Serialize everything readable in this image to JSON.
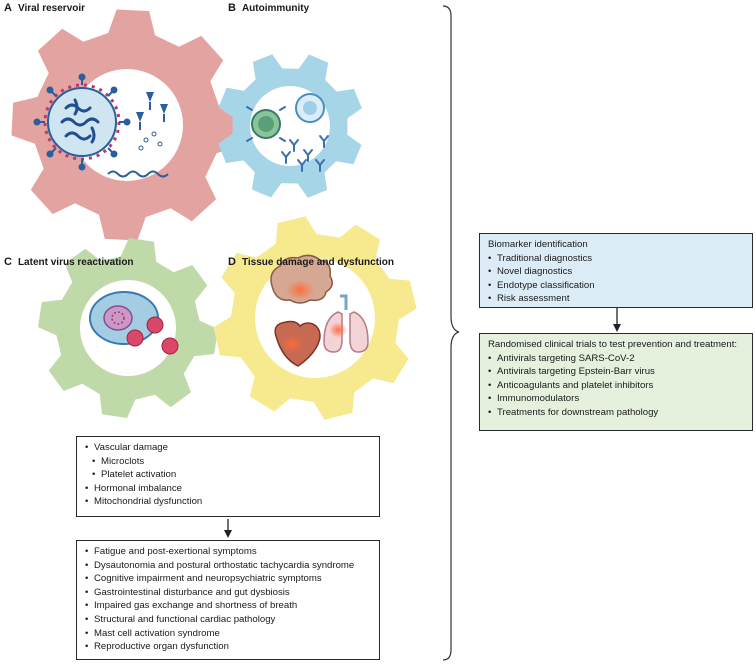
{
  "panels": {
    "a": {
      "letter": "A",
      "title": "Viral reservoir"
    },
    "b": {
      "letter": "B",
      "title": "Autoimmunity"
    },
    "c": {
      "letter": "C",
      "title": "Latent virus reactivation"
    },
    "d": {
      "letter": "D",
      "title": "Tissue damage and dysfunction"
    }
  },
  "mechanisms_box": {
    "items": [
      {
        "text": "Vascular damage",
        "level": 0
      },
      {
        "text": "Microclots",
        "level": 1
      },
      {
        "text": "Platelet activation",
        "level": 1
      },
      {
        "text": "Hormonal imbalance",
        "level": 0
      },
      {
        "text": "Mitochondrial dysfunction",
        "level": 0
      }
    ]
  },
  "symptoms_box": {
    "items": [
      "Fatigue and post-exertional symptoms",
      "Dysautonomia and postural orthostatic tachycardia syndrome",
      "Cognitive impairment and neuropsychiatric symptoms",
      "Gastrointestinal disturbance and gut dysbiosis",
      "Impaired gas exchange and shortness of breath",
      "Structural and functional cardiac pathology",
      "Mast cell activation syndrome",
      "Reproductive organ dysfunction"
    ]
  },
  "biomarker_box": {
    "heading": "Biomarker identification",
    "items": [
      "Traditional diagnostics",
      "Novel diagnostics",
      "Endotype classification",
      "Risk assessment"
    ]
  },
  "trials_box": {
    "heading": "Randomised clinical trials to test prevention and treatment:",
    "items": [
      "Antivirals targeting SARS-CoV-2",
      "Antivirals targeting Epstein-Barr virus",
      "Anticoagulants and platelet inhibitors",
      "Immunomodulators",
      "Treatments for downstream pathology"
    ]
  },
  "colors": {
    "gear_a": "#e3a3a0",
    "gear_b": "#a6d5e8",
    "gear_c": "#bfd9a8",
    "gear_d": "#f6e98e",
    "box_blue": "#dcecf6",
    "box_green": "#e5f0dd"
  }
}
